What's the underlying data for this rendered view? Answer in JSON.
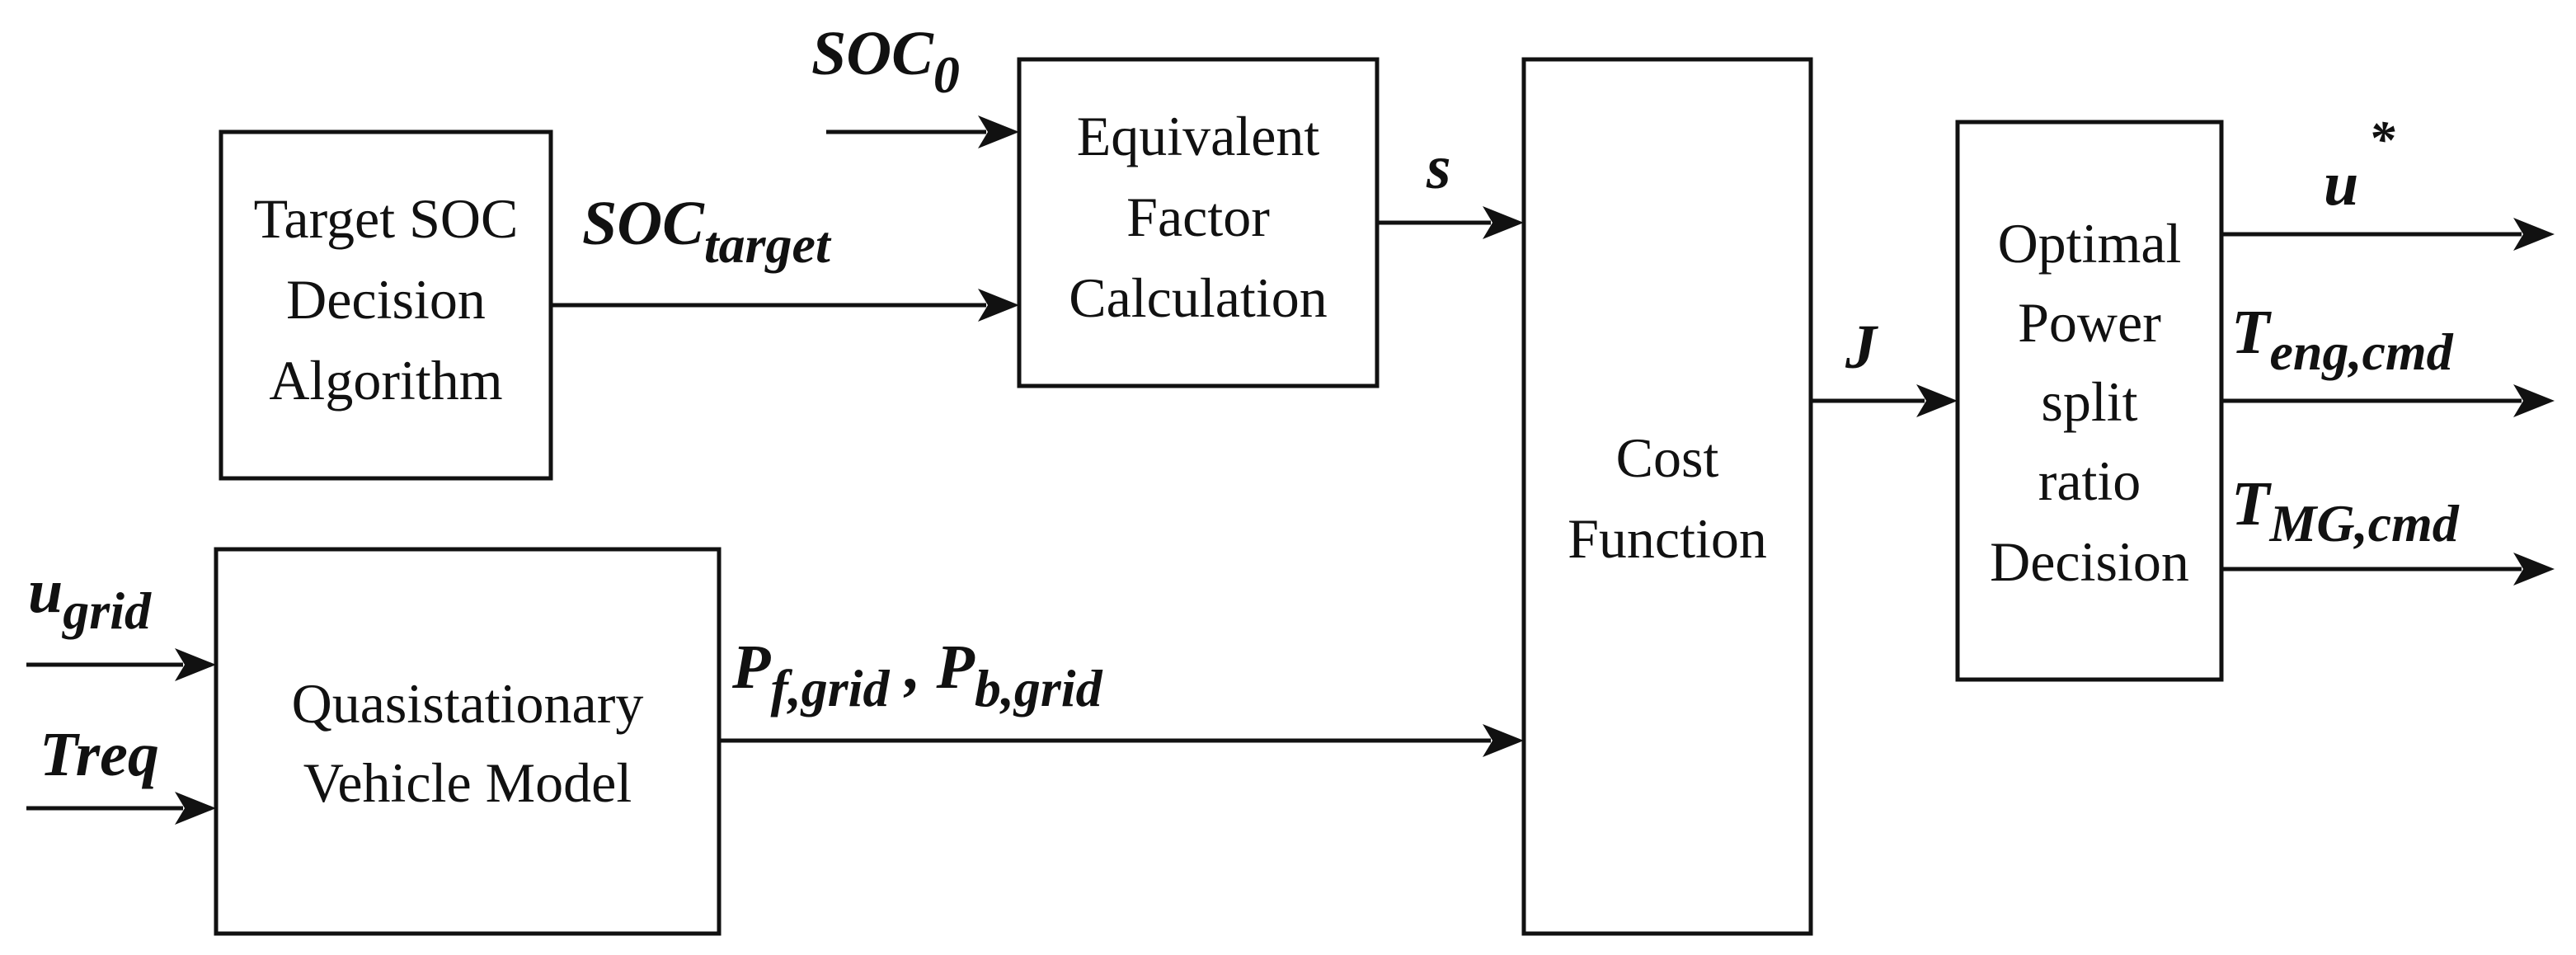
{
  "blocks": {
    "target_soc": [
      "Target SOC",
      "Decision",
      "Algorithm"
    ],
    "equivalent_factor": [
      "Equivalent",
      "Factor",
      "Calculation"
    ],
    "cost_function": [
      "Cost",
      "Function"
    ],
    "optimal_power_split": [
      "Optimal",
      "Power",
      "split",
      "ratio",
      "Decision"
    ],
    "vehicle_model": [
      "Quasistationary",
      "Vehicle Model"
    ]
  },
  "signals": {
    "soc0": {
      "main": "SOC",
      "sub": "0"
    },
    "soc_target": {
      "main": "SOC",
      "sub": "target"
    },
    "s": {
      "main": "s",
      "sub": ""
    },
    "j": {
      "main": "J",
      "sub": ""
    },
    "u_star": {
      "main": "u",
      "sup": "*"
    },
    "t_eng_cmd": {
      "main": "T",
      "sub": "eng,cmd"
    },
    "t_mg_cmd": {
      "main": "T",
      "sub": "MG,cmd"
    },
    "u_grid": {
      "main": "u",
      "sub": "grid"
    },
    "treq": {
      "main": "Treq",
      "sub": ""
    },
    "p_grid": {
      "p1_main": "P",
      "p1_sub": "f,grid",
      "separator": " , ",
      "p2_main": "P",
      "p2_sub": "b,grid"
    }
  }
}
